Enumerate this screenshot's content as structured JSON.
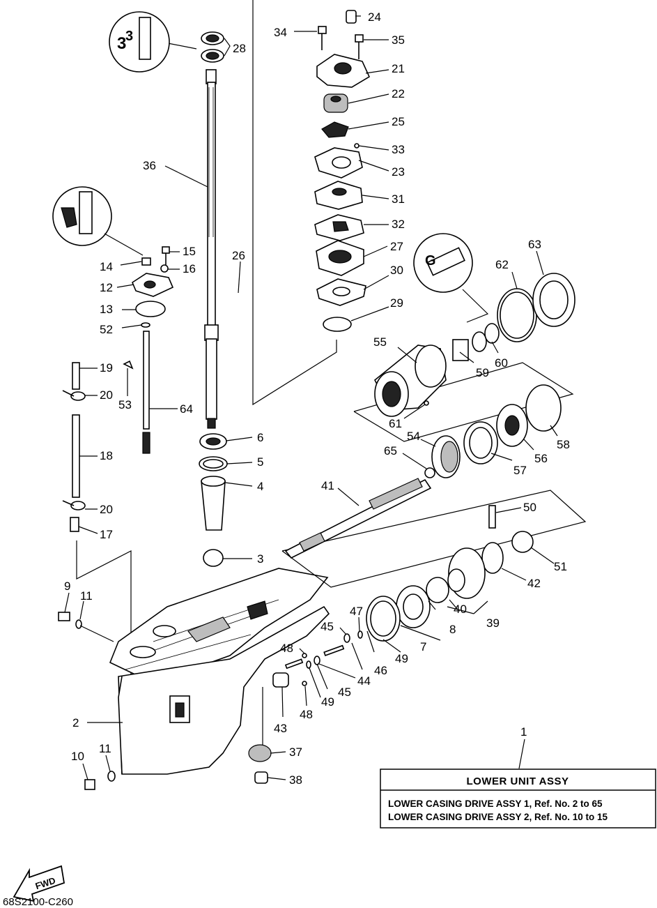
{
  "diagram_code": "68S2100-C260",
  "fwd_label": "FWD",
  "callouts": [
    {
      "id": "24",
      "label": "24"
    },
    {
      "id": "34",
      "label": "34"
    },
    {
      "id": "35",
      "label": "35"
    },
    {
      "id": "28",
      "label": "28"
    },
    {
      "id": "21",
      "label": "21"
    },
    {
      "id": "22",
      "label": "22"
    },
    {
      "id": "25",
      "label": "25"
    },
    {
      "id": "33",
      "label": "33"
    },
    {
      "id": "23",
      "label": "23"
    },
    {
      "id": "36",
      "label": "36"
    },
    {
      "id": "31",
      "label": "31"
    },
    {
      "id": "32",
      "label": "32"
    },
    {
      "id": "63",
      "label": "63"
    },
    {
      "id": "27",
      "label": "27"
    },
    {
      "id": "62",
      "label": "62"
    },
    {
      "id": "15",
      "label": "15"
    },
    {
      "id": "26",
      "label": "26"
    },
    {
      "id": "14",
      "label": "14"
    },
    {
      "id": "16",
      "label": "16"
    },
    {
      "id": "30",
      "label": "30"
    },
    {
      "id": "12",
      "label": "12"
    },
    {
      "id": "29",
      "label": "29"
    },
    {
      "id": "13",
      "label": "13"
    },
    {
      "id": "52",
      "label": "52"
    },
    {
      "id": "55",
      "label": "55"
    },
    {
      "id": "60",
      "label": "60"
    },
    {
      "id": "19",
      "label": "19"
    },
    {
      "id": "59",
      "label": "59"
    },
    {
      "id": "20a",
      "label": "20"
    },
    {
      "id": "53",
      "label": "53"
    },
    {
      "id": "64",
      "label": "64"
    },
    {
      "id": "61",
      "label": "61"
    },
    {
      "id": "6",
      "label": "6"
    },
    {
      "id": "58",
      "label": "58"
    },
    {
      "id": "54",
      "label": "54"
    },
    {
      "id": "18",
      "label": "18"
    },
    {
      "id": "5",
      "label": "5"
    },
    {
      "id": "65",
      "label": "65"
    },
    {
      "id": "56",
      "label": "56"
    },
    {
      "id": "57",
      "label": "57"
    },
    {
      "id": "4",
      "label": "4"
    },
    {
      "id": "41",
      "label": "41"
    },
    {
      "id": "20b",
      "label": "20"
    },
    {
      "id": "50",
      "label": "50"
    },
    {
      "id": "17",
      "label": "17"
    },
    {
      "id": "3",
      "label": "3"
    },
    {
      "id": "51",
      "label": "51"
    },
    {
      "id": "42",
      "label": "42"
    },
    {
      "id": "9",
      "label": "9"
    },
    {
      "id": "11a",
      "label": "11"
    },
    {
      "id": "40",
      "label": "40"
    },
    {
      "id": "47",
      "label": "47"
    },
    {
      "id": "39",
      "label": "39"
    },
    {
      "id": "45a",
      "label": "45"
    },
    {
      "id": "8",
      "label": "8"
    },
    {
      "id": "48a",
      "label": "48"
    },
    {
      "id": "7",
      "label": "7"
    },
    {
      "id": "49a",
      "label": "49"
    },
    {
      "id": "46",
      "label": "46"
    },
    {
      "id": "44",
      "label": "44"
    },
    {
      "id": "45b",
      "label": "45"
    },
    {
      "id": "49b",
      "label": "49"
    },
    {
      "id": "48b",
      "label": "48"
    },
    {
      "id": "2",
      "label": "2"
    },
    {
      "id": "43",
      "label": "43"
    },
    {
      "id": "1",
      "label": "1"
    },
    {
      "id": "10",
      "label": "10"
    },
    {
      "id": "11b",
      "label": "11"
    },
    {
      "id": "37",
      "label": "37"
    },
    {
      "id": "38",
      "label": "38"
    }
  ],
  "assembly_box": {
    "title": "LOWER UNIT ASSY",
    "lines": [
      "LOWER CASING DRIVE ASSY 1,  Ref. No. 2 to 65",
      "LOWER CASING DRIVE ASSY 2,  Ref. No. 10 to 15"
    ]
  }
}
